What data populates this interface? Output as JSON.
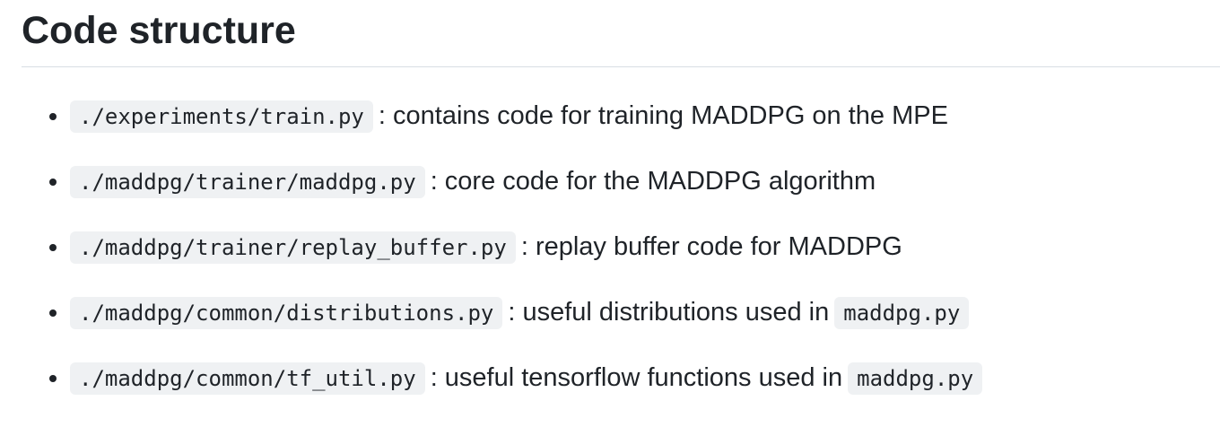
{
  "page": {
    "background_color": "#ffffff",
    "text_color": "#1f2328",
    "code_chip_background": "#eff1f3",
    "heading_rule_color": "#d8dee4"
  },
  "heading": {
    "text": "Code structure"
  },
  "list": {
    "items": [
      {
        "code": "./experiments/train.py",
        "text": ": contains code for training MADDPG on the MPE",
        "trailing_code": ""
      },
      {
        "code": "./maddpg/trainer/maddpg.py",
        "text": ": core code for the MADDPG algorithm",
        "trailing_code": ""
      },
      {
        "code": "./maddpg/trainer/replay_buffer.py",
        "text": ": replay buffer code for MADDPG",
        "trailing_code": ""
      },
      {
        "code": "./maddpg/common/distributions.py",
        "text": ": useful distributions used in",
        "trailing_code": "maddpg.py"
      },
      {
        "code": "./maddpg/common/tf_util.py",
        "text": ": useful tensorflow functions used in",
        "trailing_code": "maddpg.py"
      }
    ]
  }
}
